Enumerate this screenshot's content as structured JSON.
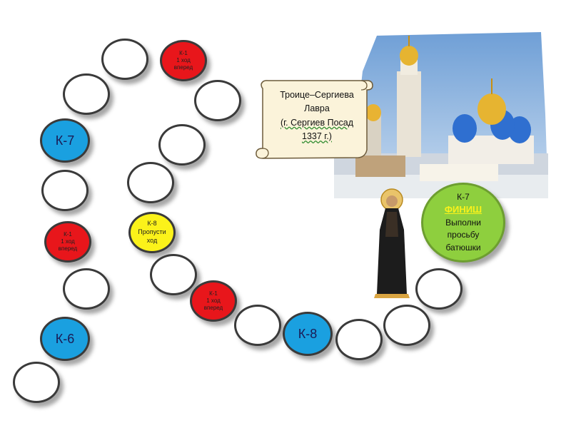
{
  "cells": {
    "k7_left": "К-7",
    "k6": "К-6",
    "k8": "К-8",
    "red_top": [
      "К-1",
      "1 ход",
      "вперед"
    ],
    "red_left": [
      "К-1",
      "1 ход",
      "вперед"
    ],
    "red_bottom": [
      "К-1",
      "1 ход",
      "вперед"
    ],
    "yellow": [
      "К-8",
      "Пропусти",
      "ход"
    ],
    "finish": {
      "top": "К-7",
      "finish": "ФИНИШ",
      "text": [
        "Выполни",
        "просьбу",
        "батюшки"
      ]
    }
  },
  "scroll": {
    "lines": [
      "Троице–Сергиева",
      "Лавра",
      "(г. Сергиев Посад",
      "1337 г.)"
    ]
  },
  "colors": {
    "blue": "#1aa0e0",
    "red": "#e8161b",
    "yellow": "#fbf21a",
    "green": "#8ecf3e",
    "white": "#ffffff"
  },
  "icons": {
    "photo": "lavra-monastery-photo",
    "monk": "saint-sergius-icon",
    "scroll": "parchment-scroll-icon"
  }
}
